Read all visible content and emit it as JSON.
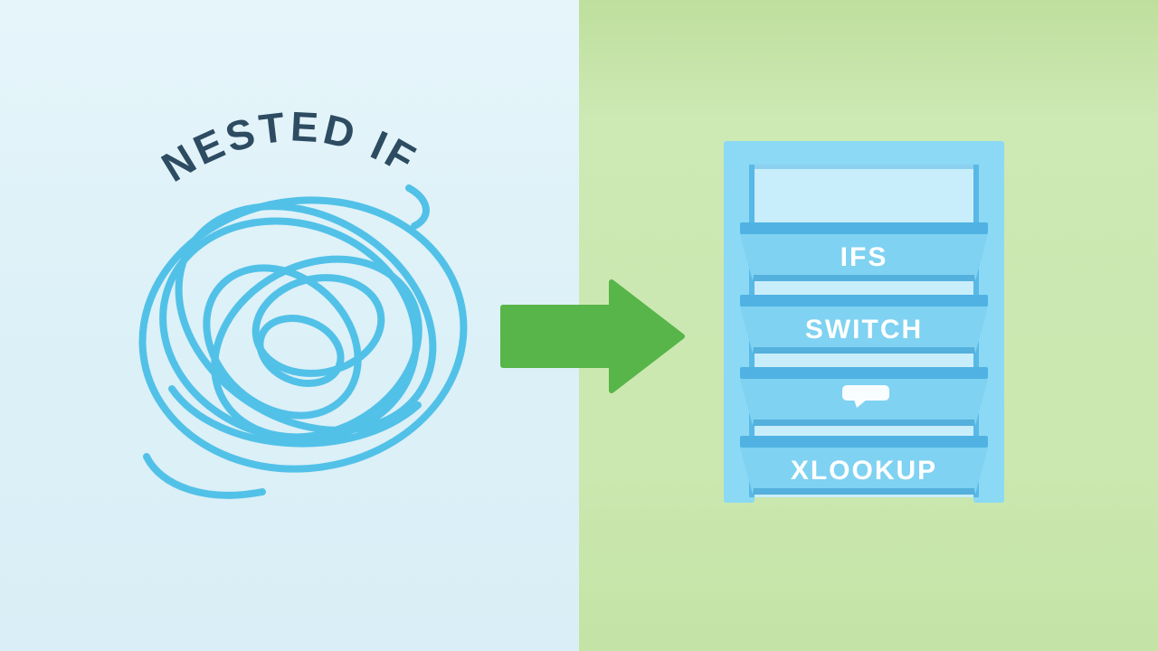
{
  "illustration": {
    "left_panel": {
      "title": "NESTED IF",
      "background_color": "#ddf1f8",
      "title_color": "#2d4b61",
      "scribble_color": "#52c1e8",
      "scribble_icon": "tangled-line-icon"
    },
    "arrow": {
      "icon": "right-arrow-icon",
      "color": "#57b549"
    },
    "right_panel": {
      "background_color": "#cbe8b0",
      "shelf_icon": "drawer-rack-icon",
      "frame_color": "#8bd9f4",
      "interior_color": "#c9eefb",
      "tray_color": "#7fd2f1",
      "rim_color": "#4fb2e2",
      "label_color": "#ffffff",
      "trays": [
        {
          "label": "IFS"
        },
        {
          "label": "SWITCH"
        },
        {
          "label": "",
          "icon": "blank-tag-icon"
        },
        {
          "label": "XLOOKUP"
        }
      ]
    }
  }
}
